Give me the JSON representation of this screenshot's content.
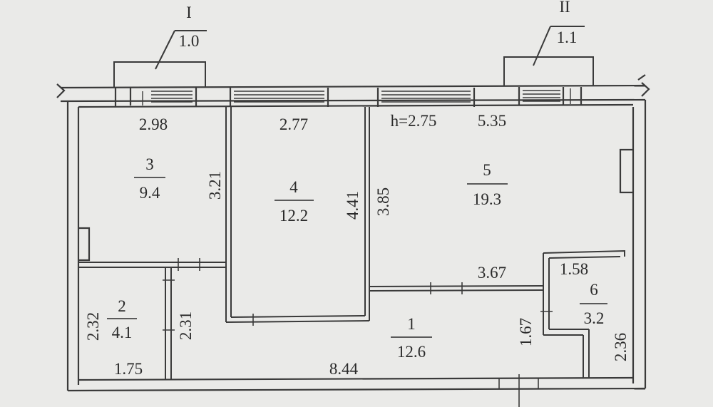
{
  "balconies": [
    {
      "numeral": "I",
      "area": "1.0"
    },
    {
      "numeral": "II",
      "area": "1.1"
    }
  ],
  "ceiling_height": "h=2.75",
  "rooms": [
    {
      "number": "3",
      "area": "9.4"
    },
    {
      "number": "4",
      "area": "12.2"
    },
    {
      "number": "5",
      "area": "19.3"
    },
    {
      "number": "2",
      "area": "4.1"
    },
    {
      "number": "1",
      "area": "12.6"
    },
    {
      "number": "6",
      "area": "3.2"
    }
  ],
  "dimensions": {
    "room3_width": "2.98",
    "room3_height": "3.21",
    "room4_width": "2.77",
    "room4_height": "4.41",
    "room5_width": "5.35",
    "room5_height": "3.85",
    "room5_lower_width": "3.67",
    "room2_height_left": "2.32",
    "room2_height_right": "2.31",
    "room2_width": "1.75",
    "room1_width": "8.44",
    "room1_height": "1.67",
    "room6_width": "1.58",
    "room6_height": "2.36"
  }
}
